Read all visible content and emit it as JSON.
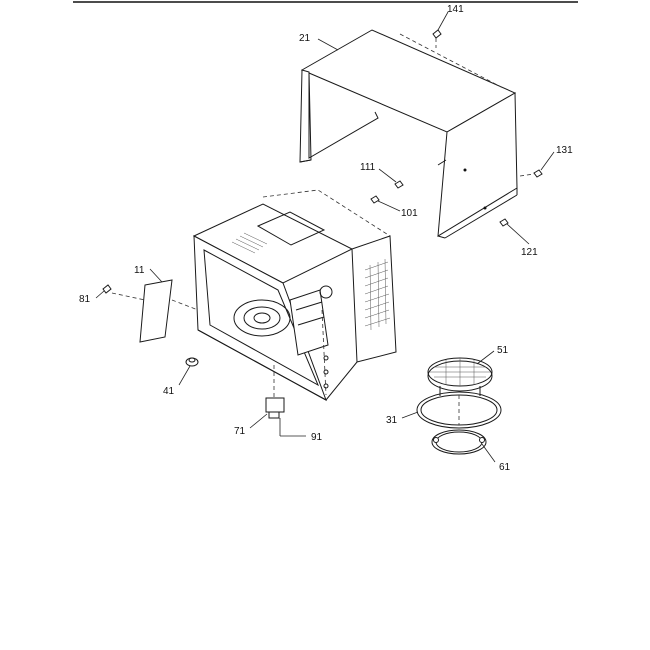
{
  "diagram": {
    "callouts": {
      "c141": "141",
      "c21": "21",
      "c131": "131",
      "c111": "111",
      "c101": "101",
      "c121": "121",
      "c11": "11",
      "c81": "81",
      "c51": "51",
      "c41": "41",
      "c31": "31",
      "c71": "71",
      "c91": "91",
      "c61": "61"
    }
  }
}
